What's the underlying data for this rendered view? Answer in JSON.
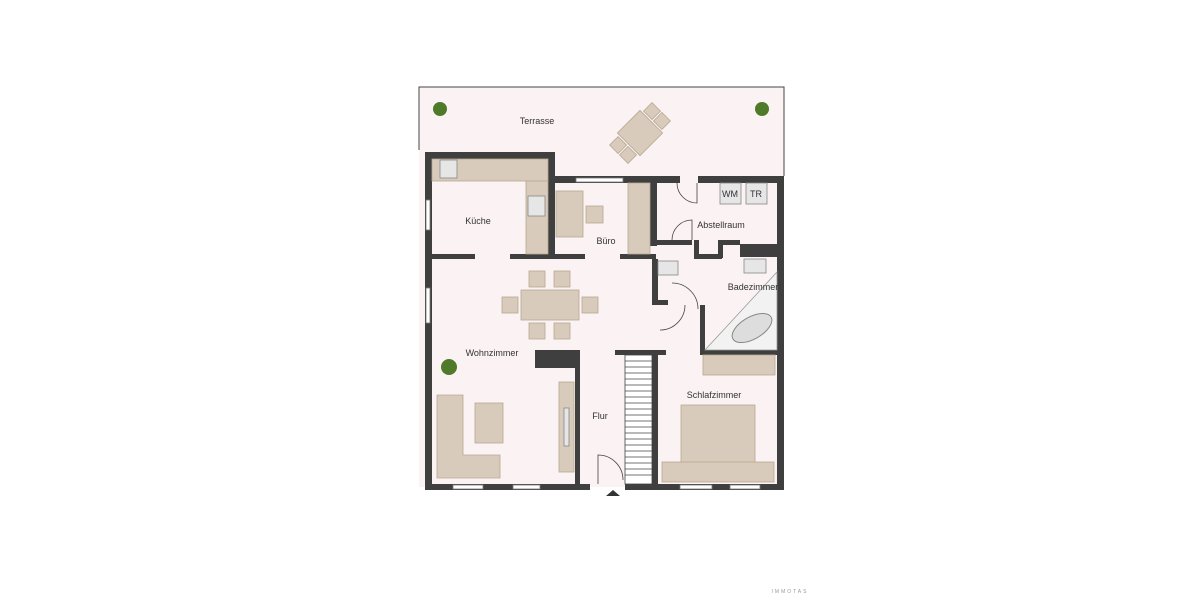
{
  "rooms": {
    "terrasse": "Terrasse",
    "kueche": "Küche",
    "buero": "Büro",
    "abstellraum": "Abstellraum",
    "badezimmer": "Badezimmer",
    "wohnzimmer": "Wohnzimmer",
    "flur": "Flur",
    "schlafzimmer": "Schlafzimmer"
  },
  "appliances": {
    "washer": "WM",
    "dryer": "TR"
  },
  "watermark": "IMMOTAS",
  "colors": {
    "wall": "#3f3f3f",
    "floor": "#fbf3f3",
    "furniture": "#d9cbbb"
  }
}
